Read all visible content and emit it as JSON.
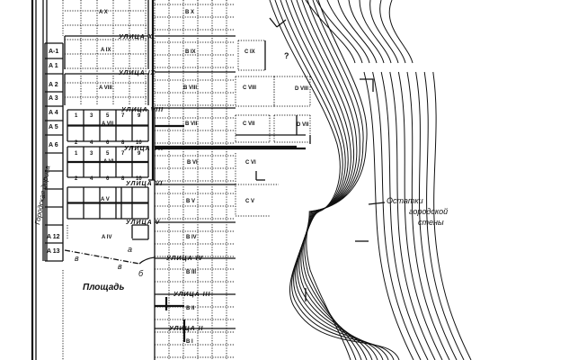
{
  "title": "План города",
  "road_label": "Городская дорога",
  "square_label": "Площадь",
  "wall_label_1": "Остатки",
  "wall_label_2": "городской",
  "wall_label_3": "стены",
  "question_mark": "?",
  "streets": {
    "x": "УЛИЦА X",
    "ix": "УЛИЦА IX",
    "viii": "УЛИЦА VIII",
    "vii": "УЛИЦА VII",
    "vi": "УЛИЦА VI",
    "v": "УЛИЦА V",
    "iv": "УЛИЦА IV",
    "iii": "УЛИЦА III",
    "ii": "УЛИЦА II"
  },
  "blocks": {
    "ax": "A X",
    "aix": "A IX",
    "aviii": "A VIII",
    "avii": "A VII",
    "avi": "A VI",
    "av": "A V",
    "aiv": "A IV",
    "bx": "B X",
    "bix": "B IX",
    "bviii": "B VIII",
    "bvii": "B VII",
    "bvi": "B VI",
    "bv": "B V",
    "biv": "B IV",
    "biii": "B III",
    "bii": "B II",
    "bi": "B I",
    "cix": "C IX",
    "cviii": "C VIII",
    "cvii": "C VII",
    "cvi": "C VI",
    "cv": "C V",
    "dviii": "D VIII",
    "dvii": "D VII"
  },
  "a_plots": [
    "A-1",
    "A 1",
    "A 2",
    "A 3",
    "A 4",
    "A 5",
    "A 6",
    "A 12",
    "A 13"
  ],
  "house_numbers_odd": [
    "1",
    "3",
    "5",
    "7",
    "9"
  ],
  "house_numbers_even": [
    "2",
    "4",
    "6",
    "8",
    "10"
  ],
  "points": {
    "a": "а",
    "b": "б",
    "v1": "в",
    "v2": "в"
  }
}
